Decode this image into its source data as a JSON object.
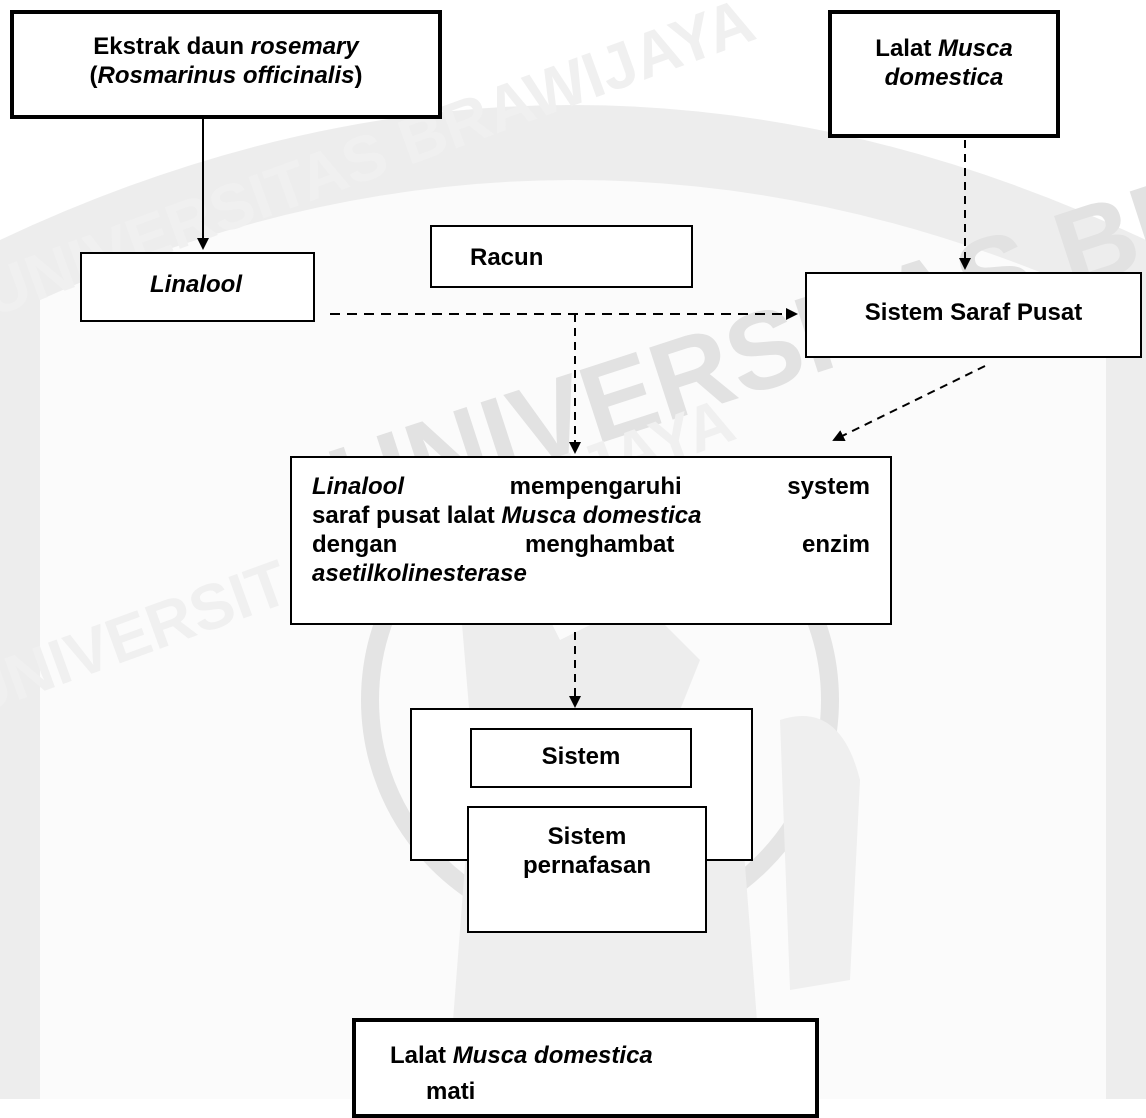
{
  "watermark": {
    "arc_text": "UNIVERSITAS BRAWIJAYA",
    "repeat_text": "UNIVERSITAS BRAWIJAYA",
    "shield_color": "#dcdcdc"
  },
  "nodes": {
    "extract": {
      "line1_plain": "Ekstrak daun ",
      "line1_italic": "rosemary",
      "line2_open": "(",
      "line2_italic": "Rosmarinus officinalis",
      "line2_close": ")"
    },
    "fly_top": {
      "line1_plain": "Lalat ",
      "line1_italic": "Musca",
      "line2_italic": "domestica"
    },
    "linalool": {
      "label": "Linalool"
    },
    "racun": {
      "label": "Racun"
    },
    "ssp": {
      "label": "Sistem Saraf Pusat"
    },
    "effect": {
      "w1": "Linalool",
      "w2": "mempengaruhi",
      "w3": "system",
      "line2_plain": "saraf pusat lalat ",
      "line2_italic": "Musca domestica",
      "l3a": "dengan",
      "l3b": "menghambat",
      "l3c": "enzim",
      "line4_italic": "asetilkolinesterase"
    },
    "systems": {
      "inner1": "Sistem",
      "inner2_line1": "Sistem",
      "inner2_line2": "pernafasan"
    },
    "result": {
      "line1_plain": "Lalat ",
      "line1_italic": "Musca domestica",
      "line2_partial": "mati"
    }
  }
}
